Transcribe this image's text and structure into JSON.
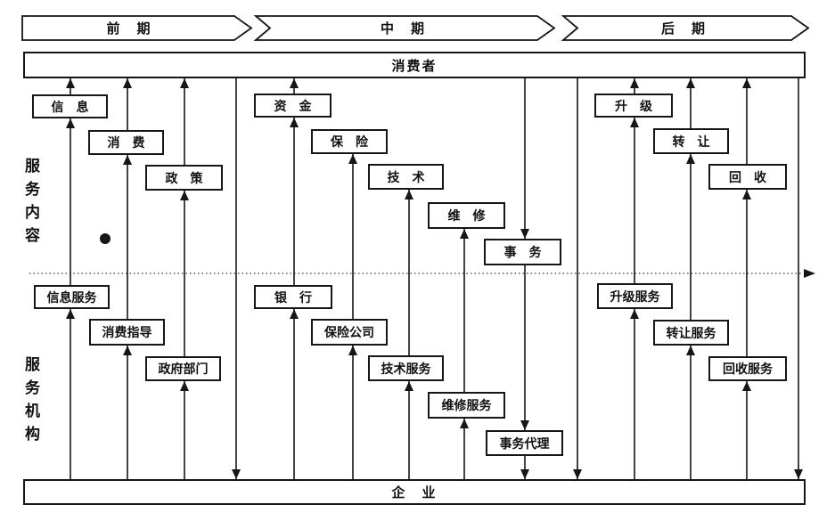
{
  "phases": [
    {
      "label": "前　期"
    },
    {
      "label": "中　期"
    },
    {
      "label": "后　期"
    }
  ],
  "consumer": {
    "label": "消费者"
  },
  "enterprise": {
    "label": "企　业"
  },
  "axis_labels": {
    "upper": "服务内容",
    "lower": "服务机构"
  },
  "sections": [
    {
      "name": "前期",
      "content_boxes": [
        {
          "label": "信　息"
        },
        {
          "label": "消　费"
        },
        {
          "label": "政　策"
        }
      ],
      "org_boxes": [
        {
          "label": "信息服务"
        },
        {
          "label": "消费指导"
        },
        {
          "label": "政府部门"
        }
      ]
    },
    {
      "name": "中期",
      "content_boxes": [
        {
          "label": "资　金"
        },
        {
          "label": "保　险"
        },
        {
          "label": "技　术"
        },
        {
          "label": "维　修"
        },
        {
          "label": "事　务"
        }
      ],
      "org_boxes": [
        {
          "label": "银　行"
        },
        {
          "label": "保险公司"
        },
        {
          "label": "技术服务"
        },
        {
          "label": "维修服务"
        },
        {
          "label": "事务代理"
        }
      ]
    },
    {
      "name": "后期",
      "content_boxes": [
        {
          "label": "升　级"
        },
        {
          "label": "转　让"
        },
        {
          "label": "回　收"
        }
      ],
      "org_boxes": [
        {
          "label": "升级服务"
        },
        {
          "label": "转让服务"
        },
        {
          "label": "回收服务"
        }
      ]
    }
  ],
  "colors": {
    "ink": "#161616",
    "background": "#ffffff"
  }
}
